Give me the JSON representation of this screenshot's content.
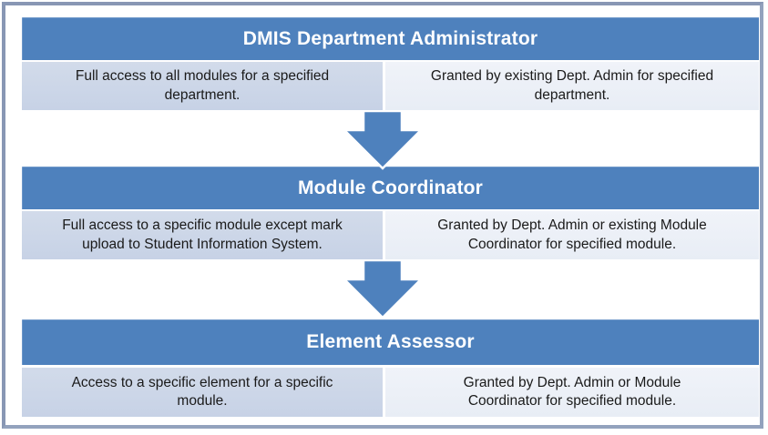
{
  "diagram": {
    "type": "role-hierarchy-flow",
    "colors": {
      "header_fill": "#4e81bd",
      "header_text": "#ffffff",
      "access_cell_fill": "#cbd5e7",
      "granted_cell_fill": "#eaeef6",
      "body_text": "#1a1a1a",
      "arrow_fill": "#4e81bd",
      "outer_border": "#8897b4"
    },
    "levels": [
      {
        "title": "DMIS Department Administrator",
        "access": "Full access to all modules for a specified\ndepartment.",
        "granted": "Granted by existing Dept. Admin for specified\ndepartment."
      },
      {
        "title": "Module Coordinator",
        "access": "Full access to a specific module except mark\nupload to Student Information System.",
        "granted": "Granted by Dept. Admin or existing Module\nCoordinator for specified module."
      },
      {
        "title": "Element Assessor",
        "access": "Access to a specific element for a specific\nmodule.",
        "granted": "Granted by Dept. Admin or Module\nCoordinator for specified module."
      }
    ],
    "connectors": [
      "down-block-arrow",
      "down-block-arrow"
    ]
  }
}
